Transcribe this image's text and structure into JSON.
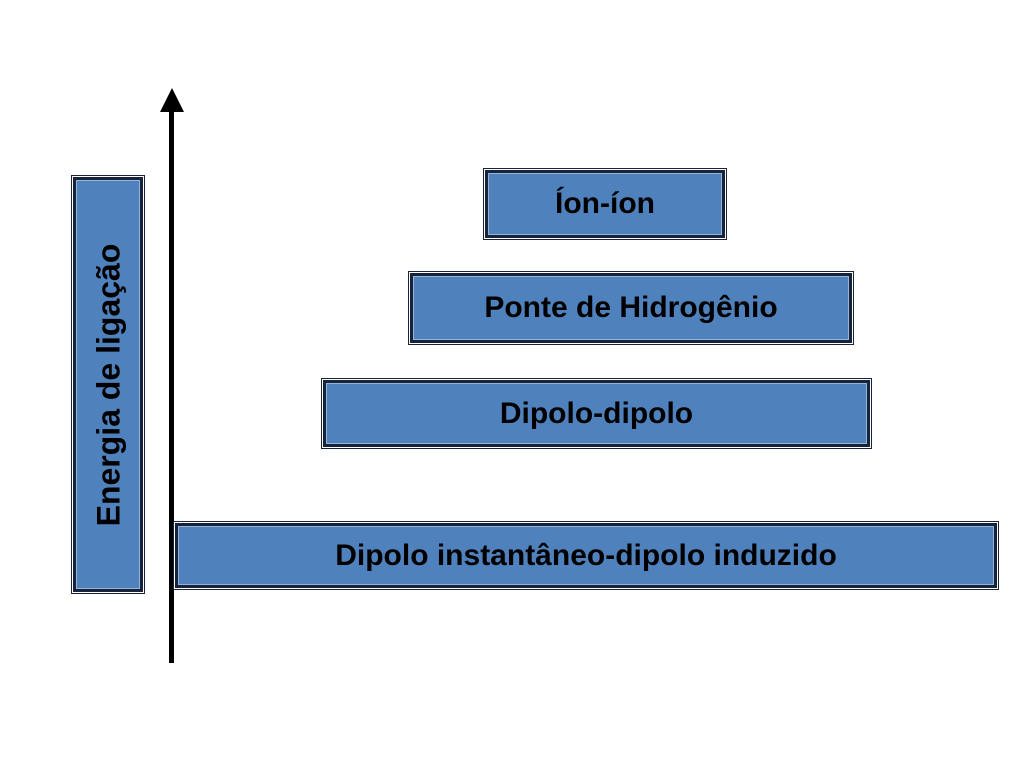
{
  "slide": {
    "background_color": "#ffffff",
    "axis": {
      "label": "Energia de ligação",
      "direction": "up",
      "color": "#000000"
    },
    "style": {
      "box_fill_color": "#4f81bd",
      "box_border_color": "#17233a",
      "label_color": "#000000"
    },
    "boxes": [
      {
        "label": "Íon-íon"
      },
      {
        "label": "Ponte de Hidrogênio"
      },
      {
        "label": "Dipolo-dipolo"
      },
      {
        "label": "Dipolo instantâneo-dipolo induzido"
      }
    ]
  }
}
